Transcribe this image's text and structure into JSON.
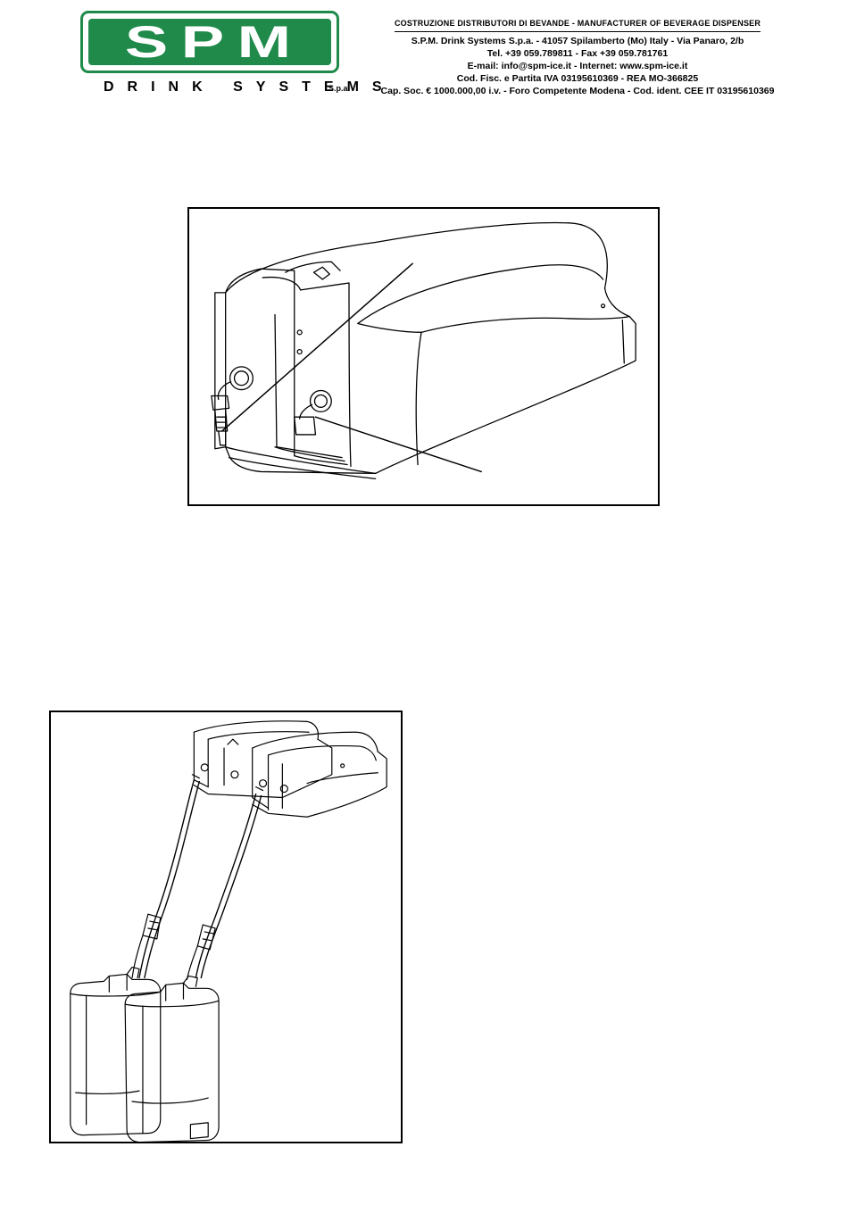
{
  "header": {
    "logo_text": "SPM",
    "logo_subtitle": "DRINK SYSTEMS",
    "logo_suffix": "S.p.a.",
    "tagline": "COSTRUZIONE DISTRIBUTORI DI BEVANDE - MANUFACTURER OF BEVERAGE DISPENSER",
    "address": "S.P.M. Drink Systems S.p.a. - 41057 Spilamberto (Mo) Italy - Via Panaro, 2/b",
    "phone": "Tel. +39 059.789811 - Fax +39 059.781761",
    "web": "E-mail: info@spm-ice.it - Internet: www.spm-ice.it",
    "tax": "Cod. Fisc. e Partita IVA 03195610369 - REA MO-366825",
    "capital": "Cap. Soc. € 1000.000,00 i.v. - Foro Competente Modena - Cod. ident. CEE IT 03195610369"
  },
  "colors": {
    "brand_green": "#1f8a4a",
    "line": "#000000"
  },
  "figures": [
    {
      "name": "dispenser-rear-fittings-illustration"
    },
    {
      "name": "dispensers-with-canisters-illustration"
    }
  ]
}
